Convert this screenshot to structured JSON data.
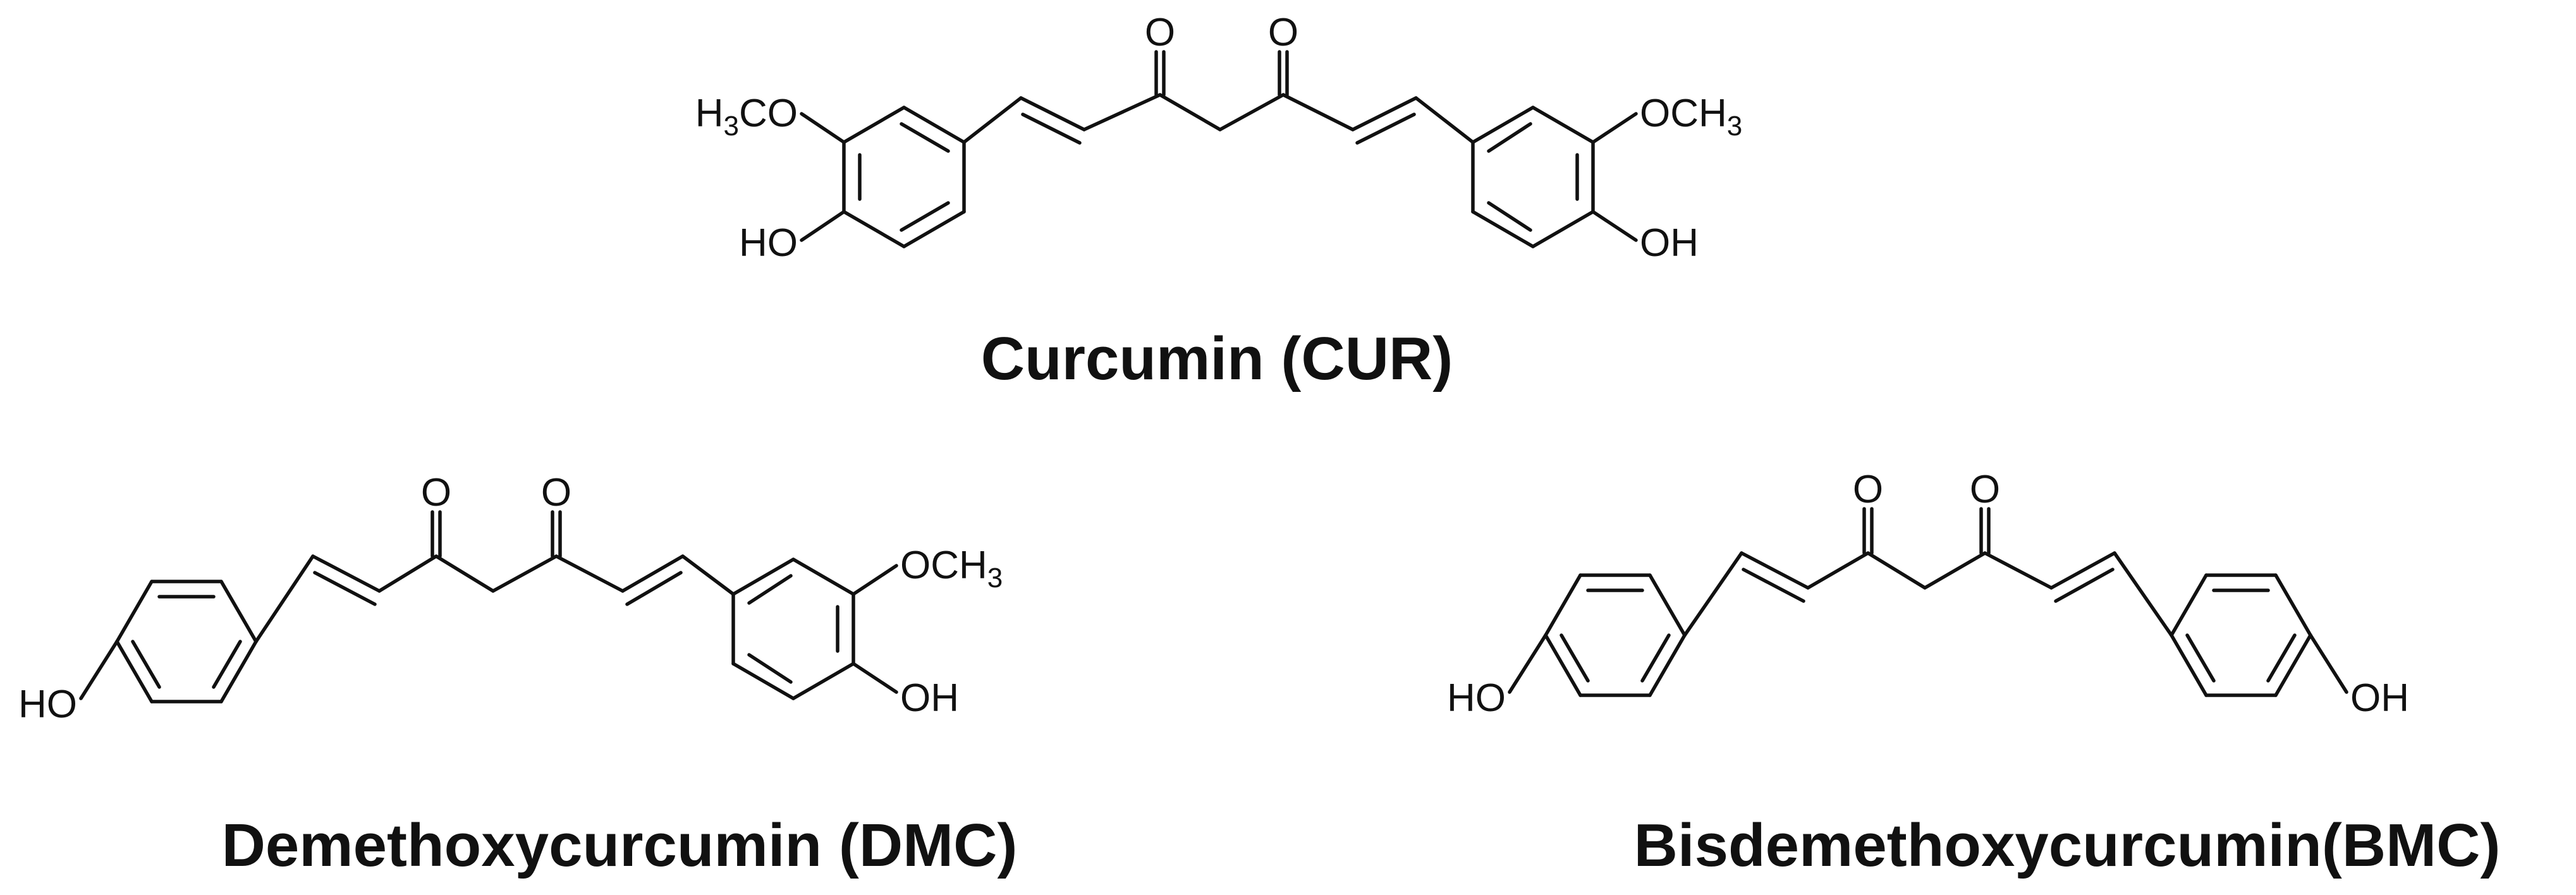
{
  "compounds": [
    {
      "id": "cur",
      "name": "Curcumin (CUR)",
      "left_ring": {
        "upper_substituent": [
          "H",
          "3",
          "CO"
        ],
        "lower_substituent": "HO"
      },
      "right_ring": {
        "upper_substituent": [
          "OCH",
          "3"
        ],
        "lower_substituent": "OH"
      },
      "carbonyl_left": "O",
      "carbonyl_right": "O"
    },
    {
      "id": "dmc",
      "name": "Demethoxycurcumin (DMC)",
      "left_ring": {
        "para_substituent": "HO"
      },
      "right_ring": {
        "upper_substituent": [
          "OCH",
          "3"
        ],
        "lower_substituent": "OH"
      },
      "carbonyl_left": "O",
      "carbonyl_right": "O"
    },
    {
      "id": "bmc",
      "name": "Bisdemethoxycurcumin(BMC)",
      "left_ring": {
        "para_substituent": "HO"
      },
      "right_ring": {
        "para_substituent": "OH"
      },
      "carbonyl_left": "O",
      "carbonyl_right": "O"
    }
  ]
}
